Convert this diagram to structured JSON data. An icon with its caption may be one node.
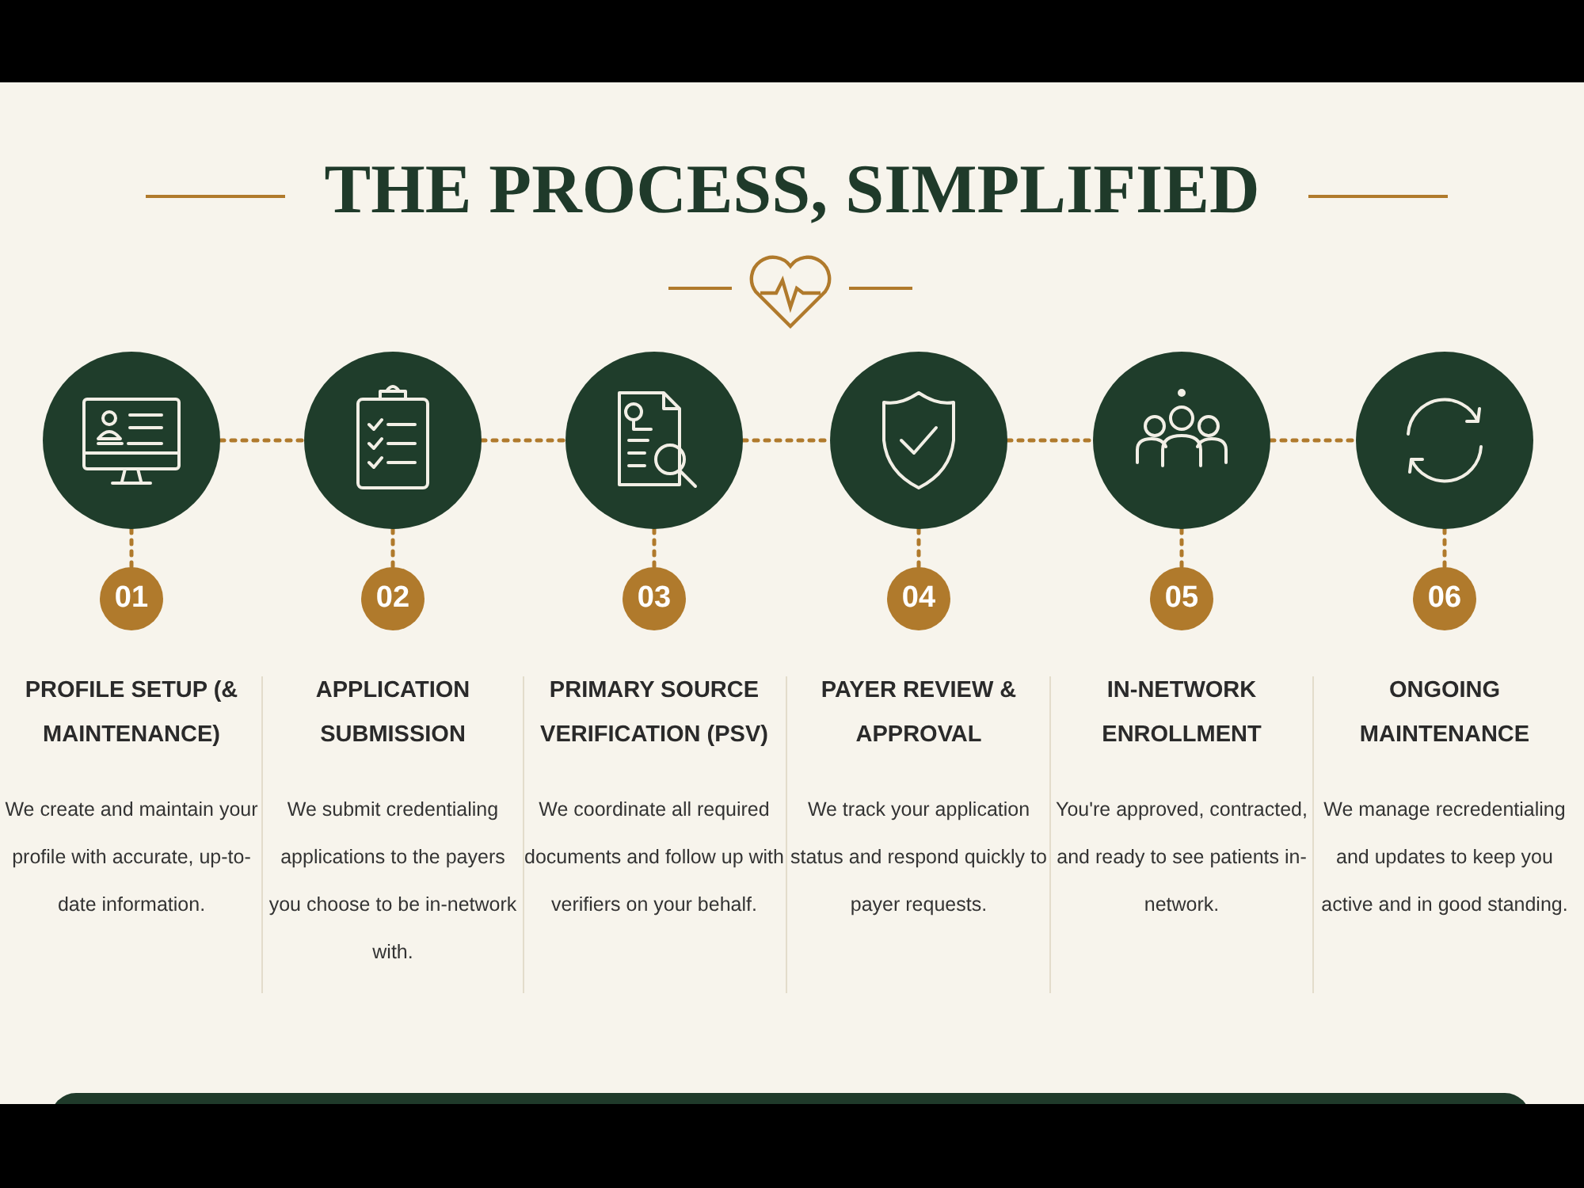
{
  "diagram": {
    "title": "THE PROCESS, SIMPLIFIED",
    "nodes": [
      {
        "text": [],
        "shape": "circle"
      },
      {
        "text": [],
        "shape": "circle"
      },
      {
        "text": [],
        "shape": "circle"
      },
      {
        "text": [],
        "shape": "circle"
      },
      {
        "text": [],
        "shape": "circle"
      },
      {
        "text": [],
        "shape": "circle"
      },
      {
        "text": [
          "01"
        ],
        "beside": [
          "PROFILE SETUP (& MAINTENANCE)",
          "We create and maintain your profile with accurate, up-to-date information."
        ]
      },
      {
        "text": [
          "02"
        ],
        "beside": [
          "APPLICATION SUBMISSION",
          "We submit credentialing applications to the payers you choose to be in-network with."
        ]
      },
      {
        "text": [
          "03"
        ],
        "beside": [
          "PRIMARY SOURCE VERIFICATION (PSV)",
          "We coordinate all required documents and follow up with verifiers on your behalf."
        ]
      },
      {
        "text": [
          "04"
        ],
        "beside": [
          "PAYER REVIEW & APPROVAL",
          "We track your application status and respond quickly to payer requests."
        ]
      },
      {
        "text": [
          "05"
        ],
        "beside": [
          "IN-NETWORK ENROLLMENT",
          "You're approved, contracted, and ready to see patients in-network."
        ]
      },
      {
        "text": [
          "06"
        ],
        "beside": [
          "ONGOING MAINTENANCE",
          "We manage recredentialing and updates to keep you active and in good standing."
        ]
      }
    ],
    "edges": [
      {
        "from": 0,
        "to": 1,
        "arrow": "none",
        "style": "dashed"
      },
      {
        "from": 1,
        "to": 2,
        "arrow": "none",
        "style": "dashed"
      },
      {
        "from": 2,
        "to": 3,
        "arrow": "none",
        "style": "dashed"
      },
      {
        "from": 3,
        "to": 4,
        "arrow": "none",
        "style": "dashed"
      },
      {
        "from": 4,
        "to": 5,
        "arrow": "none",
        "style": "dashed"
      },
      {
        "from": 0,
        "to": 6,
        "arrow": "none",
        "style": "dashed"
      },
      {
        "from": 1,
        "to": 7,
        "arrow": "none",
        "style": "dashed"
      },
      {
        "from": 2,
        "to": 8,
        "arrow": "none",
        "style": "dashed"
      },
      {
        "from": 3,
        "to": 9,
        "arrow": "none",
        "style": "dashed"
      },
      {
        "from": 4,
        "to": 10,
        "arrow": "none",
        "style": "dashed"
      },
      {
        "from": 5,
        "to": 11,
        "arrow": "none",
        "style": "dashed"
      }
    ]
  }
}
